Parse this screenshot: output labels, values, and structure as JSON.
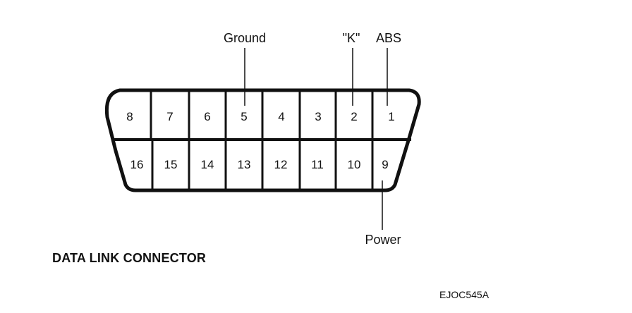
{
  "diagram": {
    "title": "DATA LINK CONNECTOR",
    "figure_code": "EJOC545A",
    "top_row_pins": [
      "8",
      "7",
      "6",
      "5",
      "4",
      "3",
      "2",
      "1"
    ],
    "bottom_row_pins": [
      "16",
      "15",
      "14",
      "13",
      "12",
      "11",
      "10",
      "9"
    ],
    "callouts": {
      "ground": "Ground",
      "k_line": "\"K\"",
      "abs": "ABS",
      "power": "Power"
    }
  }
}
